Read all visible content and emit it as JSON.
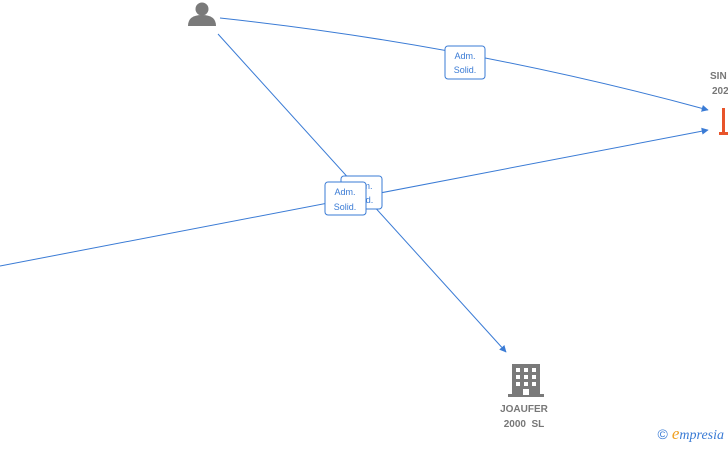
{
  "colors": {
    "edge": "#3a7bd5",
    "person": "#7a7a7a",
    "company": "#7a7a7a",
    "company_active": "#e8542a",
    "label_text": "#777777",
    "brand_blue": "#3a7bd5",
    "brand_orange": "#f0a020"
  },
  "nodes": {
    "person": {
      "icon": "person-icon"
    },
    "company_right": {
      "line1": "SIN",
      "line2": "202",
      "icon": "building-icon"
    },
    "company_bottom": {
      "line1": "JOAUFER",
      "line2": "2000  SL",
      "icon": "building-icon"
    }
  },
  "edges": [
    {
      "label_line1": "Adm.",
      "label_line2": "Solid."
    },
    {
      "label_line1": "Adm.",
      "label_line2": "Solid."
    },
    {
      "label_line1": "Adm.",
      "label_line2": "Solid."
    }
  ],
  "watermark": {
    "copyright": "©",
    "brand_initial": "e",
    "brand_rest": "mpresia"
  }
}
